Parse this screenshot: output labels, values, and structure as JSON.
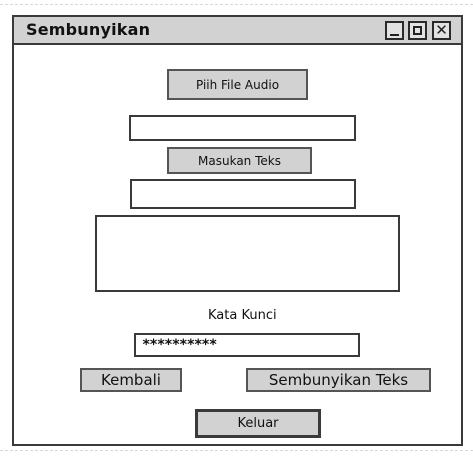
{
  "window": {
    "title": "Sembunyikan"
  },
  "form": {
    "choose_audio_label": "Piih File Audio",
    "audio_path_value": "",
    "enter_text_label": "Masukan Teks",
    "text_input_value": "",
    "text_area_value": "",
    "password_label": "Kata Kunci",
    "password_value": "**********"
  },
  "actions": {
    "back_label": "Kembali",
    "hide_text_label": "Sembunyikan Teks",
    "exit_label": "Keluar"
  },
  "colors": {
    "button_bg": "#d2d2d2",
    "titlebar_bg": "#d2d2d2",
    "border": "#3a3a3a"
  }
}
